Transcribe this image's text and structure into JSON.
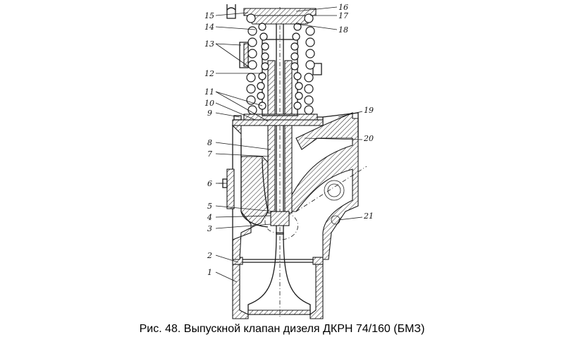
{
  "figure": {
    "caption": "Рис. 48. Выпускной клапан дизеля ДКРН 74/160 (БМЗ)",
    "callouts": [
      "1",
      "2",
      "3",
      "4",
      "5",
      "6",
      "7",
      "8",
      "9",
      "10",
      "11",
      "12",
      "13",
      "14",
      "15",
      "16",
      "17",
      "18",
      "19",
      "20",
      "21"
    ]
  }
}
